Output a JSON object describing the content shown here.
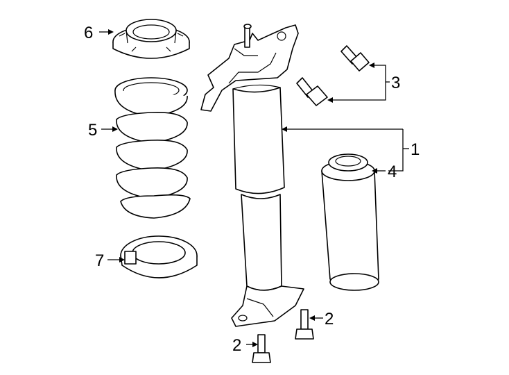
{
  "callouts": [
    {
      "id": "1",
      "label": "1"
    },
    {
      "id": "2a",
      "label": "2"
    },
    {
      "id": "2b",
      "label": "2"
    },
    {
      "id": "3",
      "label": "3"
    },
    {
      "id": "4",
      "label": "4"
    },
    {
      "id": "5",
      "label": "5"
    },
    {
      "id": "6",
      "label": "6"
    },
    {
      "id": "7",
      "label": "7"
    }
  ]
}
